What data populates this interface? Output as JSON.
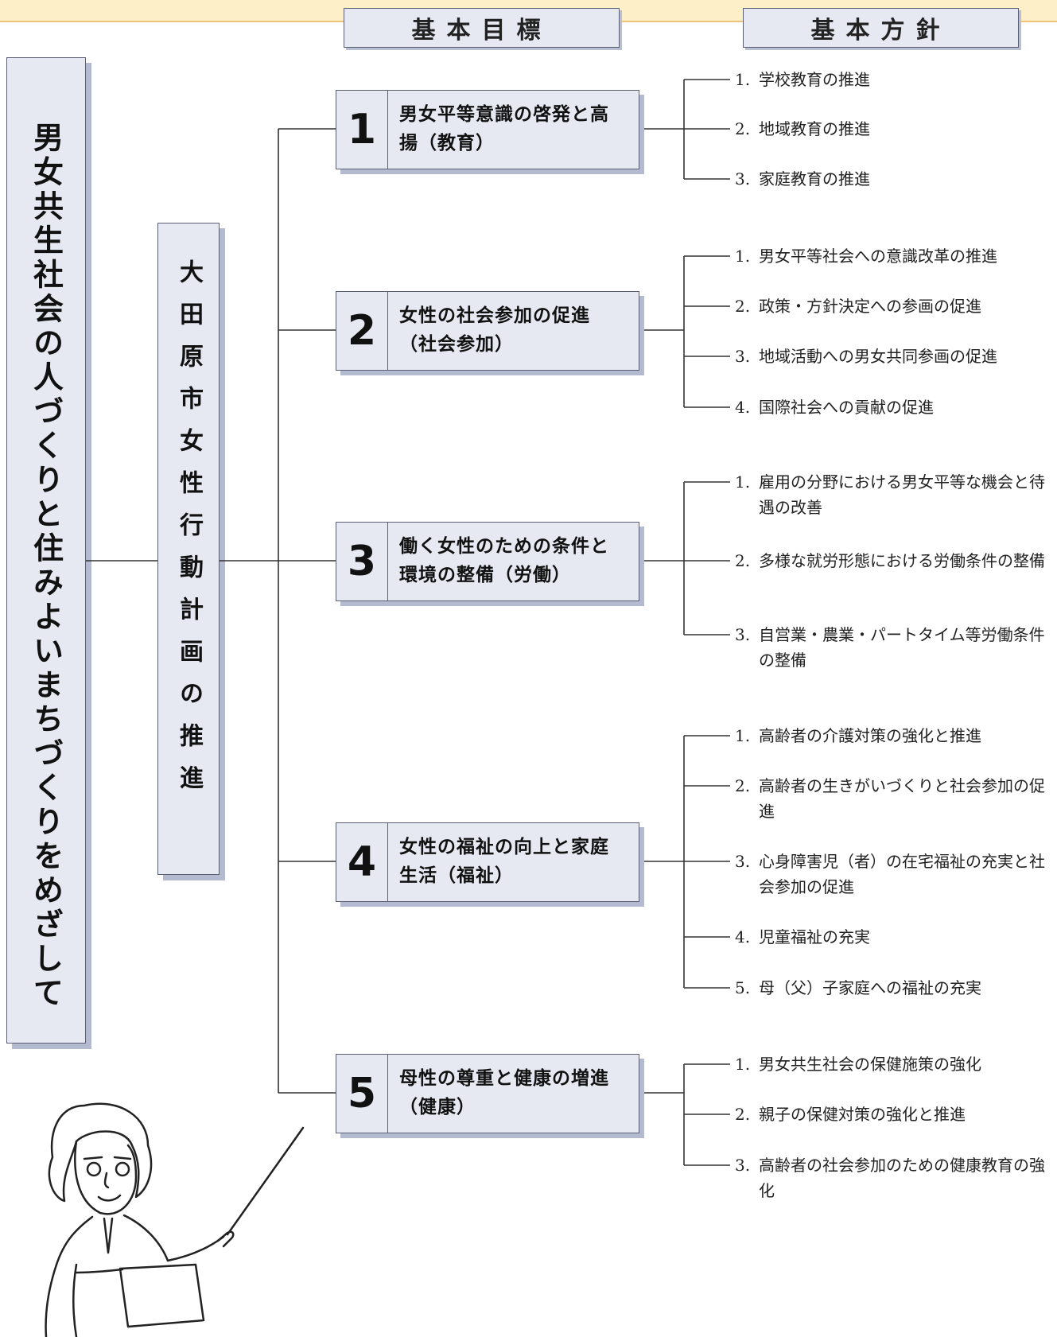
{
  "headers": {
    "goals": "基本目標",
    "policies": "基本方針"
  },
  "main_title": "男女共生社会の人づくりと住みよいまちづくりをめざして",
  "plan_name": "大田原市女性行動計画の推進",
  "goals": [
    {
      "num": "1",
      "text": "男女平等意識の啓発と高揚（教育）",
      "policies": [
        {
          "num": "1.",
          "text": "学校教育の推進"
        },
        {
          "num": "2.",
          "text": "地域教育の推進"
        },
        {
          "num": "3.",
          "text": "家庭教育の推進"
        }
      ]
    },
    {
      "num": "2",
      "text": "女性の社会参加の促進（社会参加）",
      "policies": [
        {
          "num": "1.",
          "text": "男女平等社会への意識改革の推進"
        },
        {
          "num": "2.",
          "text": "政策・方針決定への参画の促進"
        },
        {
          "num": "3.",
          "text": "地域活動への男女共同参画の促進"
        },
        {
          "num": "4.",
          "text": "国際社会への貢献の促進"
        }
      ]
    },
    {
      "num": "3",
      "text": "働く女性のための条件と環境の整備（労働）",
      "policies": [
        {
          "num": "1.",
          "text": "雇用の分野における男女平等な機会と待遇の改善"
        },
        {
          "num": "2.",
          "text": "多様な就労形態における労働条件の整備"
        },
        {
          "num": "3.",
          "text": "自営業・農業・パートタイム等労働条件の整備"
        }
      ]
    },
    {
      "num": "4",
      "text": "女性の福祉の向上と家庭生活（福祉）",
      "policies": [
        {
          "num": "1.",
          "text": "高齢者の介護対策の強化と推進"
        },
        {
          "num": "2.",
          "text": "高齢者の生きがいづくりと社会参加の促進"
        },
        {
          "num": "3.",
          "text": "心身障害児（者）の在宅福祉の充実と社会参加の促進"
        },
        {
          "num": "4.",
          "text": "児童福祉の充実"
        },
        {
          "num": "5.",
          "text": "母（父）子家庭への福祉の充実"
        }
      ]
    },
    {
      "num": "5",
      "text": "母性の尊重と健康の増進（健康）",
      "policies": [
        {
          "num": "1.",
          "text": "男女共生社会の保健施策の強化"
        },
        {
          "num": "2.",
          "text": "親子の保健対策の強化と推進"
        },
        {
          "num": "3.",
          "text": "高齢者の社会参加のための健康教育の強化"
        }
      ]
    }
  ]
}
